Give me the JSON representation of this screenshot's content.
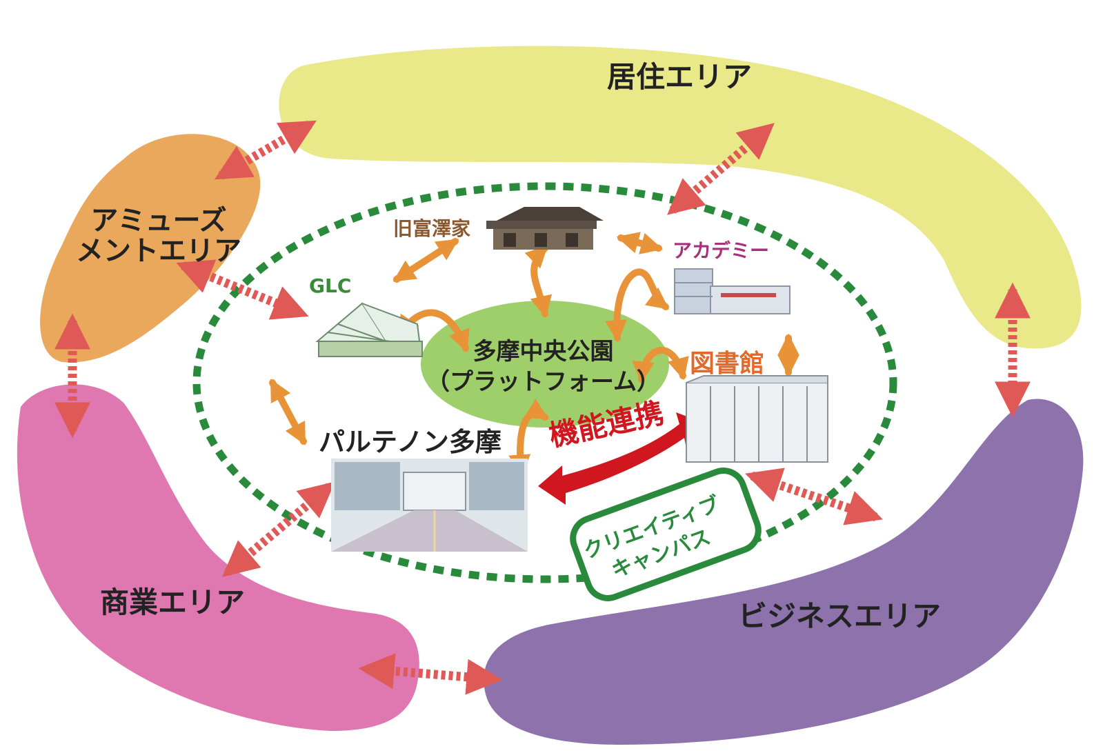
{
  "areas": {
    "residential": "居住エリア",
    "amusement": "アミューズ\nメントエリア",
    "commercial": "商業エリア",
    "business": "ビジネスエリア"
  },
  "facilities": {
    "tomizawa": "旧富澤家",
    "academy": "アカデミー",
    "glc": "GLC",
    "library": "図書館",
    "parthenon": "パルテノン多摩"
  },
  "center": {
    "title": "多摩中央公園\n（プラットフォーム）"
  },
  "link_label": "機能連携",
  "campus_label": "クリエイティブ\nキャンパス",
  "colors": {
    "residential": "#e9e98a",
    "amusement": "#eaa85c",
    "commercial": "#df78b1",
    "business": "#8d72ac",
    "park": "#9fcf6b",
    "green_ring": "#2a8a3c",
    "orange_arrow": "#e99338",
    "dashed_arrow": "#df5a56",
    "red_arrow": "#d0161e",
    "tomizawa_text": "#8a5a2e",
    "academy_text": "#a8307a",
    "glc_text": "#3a8a3a",
    "library_text": "#e06a2a"
  },
  "icons": [
    "old-house-icon",
    "academy-building-icon",
    "greenhouse-icon",
    "library-building-icon",
    "parthenon-tama-icon"
  ]
}
